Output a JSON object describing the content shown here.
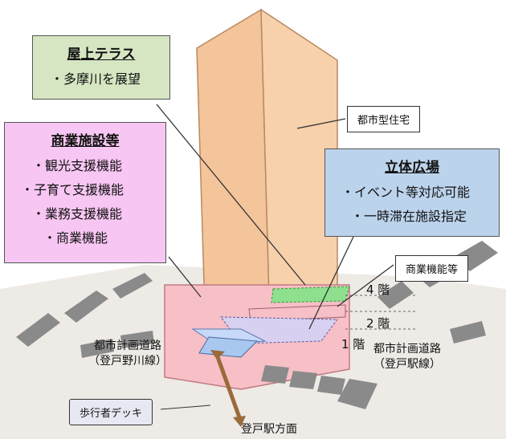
{
  "rooftop": {
    "title": "屋上テラス",
    "items": [
      "・多摩川を展望"
    ]
  },
  "commercial": {
    "title": "商業施設等",
    "items": [
      "・観光支援機能",
      "・子育て支援機能",
      "・業務支援機能",
      "・商業機能"
    ]
  },
  "plaza": {
    "title": "立体広場",
    "items": [
      "・イベント等対応可能",
      "・一時滞在施設指定"
    ]
  },
  "housing_label": "都市型住宅",
  "commerce_label": "商業機能等",
  "floors": [
    "4 階",
    "2 階",
    "1 階"
  ],
  "roads": {
    "left": [
      "都市計画道路",
      "（登戸野川線）"
    ],
    "right": [
      "都市計画道路",
      "（登戸駅線）"
    ]
  },
  "deck_label": "歩行者デッキ",
  "station_dir": "登戸駅方面",
  "colors": {
    "tower": "#f5c9a0",
    "podium": "#f5c0c8",
    "rooftop_box": "#d6e6c2",
    "commercial_box": "#f7c6f2",
    "plaza_box": "#bcd3ec",
    "terrace": "#8ee08e",
    "road_arrow": "#8a8a8a"
  }
}
